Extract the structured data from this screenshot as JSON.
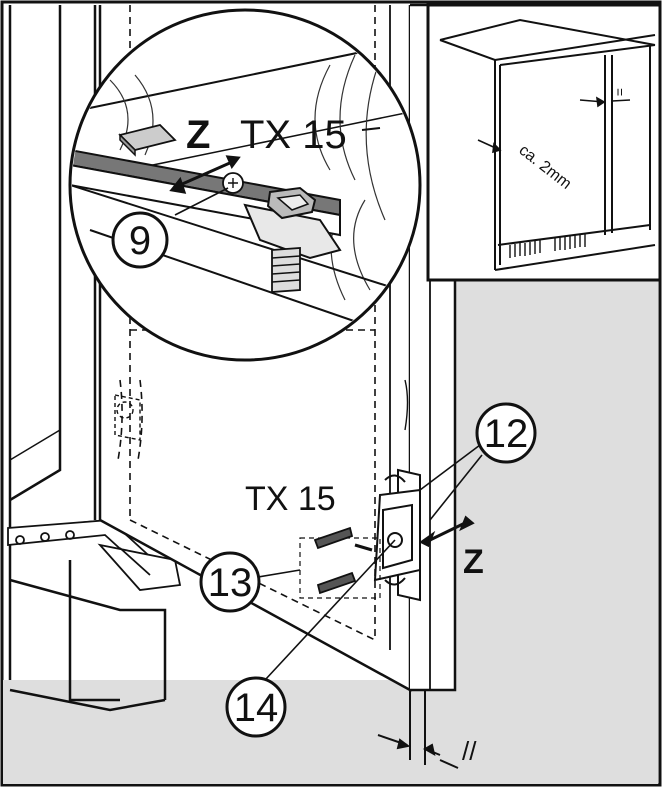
{
  "labels": {
    "tool_top": "TX 15",
    "tool_bottom": "TX 15",
    "axis_top": "Z",
    "axis_bottom": "Z",
    "gap_measure": "ca. 2mm",
    "parallel_top": "=",
    "parallel_bottom": "//"
  },
  "callouts": {
    "c9": "9",
    "c12": "12",
    "c13": "13",
    "c14": "14"
  },
  "colors": {
    "line": "#111111",
    "wall_grey": "#dedede",
    "background": "#ffffff"
  }
}
